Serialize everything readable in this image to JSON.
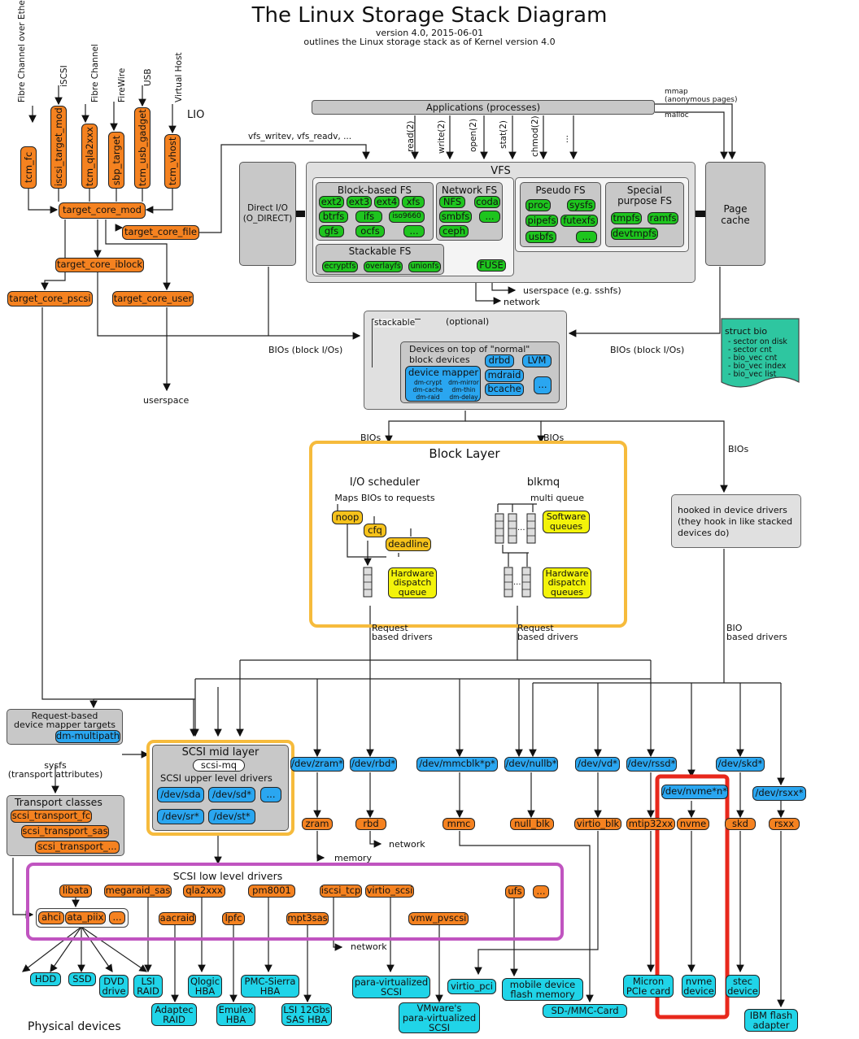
{
  "header": {
    "title": "The Linux Storage Stack Diagram",
    "version": "version 4.0, 2015-06-01",
    "subtitle": "outlines the Linux storage stack as of Kernel version 4.0"
  },
  "lio": {
    "title": "LIO",
    "inputs": [
      "Fibre Channel over Ethernet",
      "iSCSI",
      "Fibre Channel",
      "FireWire",
      "USB",
      "Virtual Host"
    ],
    "fabric": [
      "tcm_fc",
      "iscsi_target_mod",
      "tcm_qla2xxx",
      "sbp_target",
      "tcm_usb_gadget",
      "tcm_vhost"
    ],
    "core_mod": "target_core_mod",
    "core_file": "target_core_file",
    "core_iblock": "target_core_iblock",
    "core_pscsi": "target_core_pscsi",
    "core_user": "target_core_user"
  },
  "apps": {
    "label": "Applications (processes)",
    "mmap": "mmap",
    "mmap_sub": "(anonymous pages)",
    "malloc": "malloc",
    "calls": [
      "read(2)",
      "write(2)",
      "open(2)",
      "stat(2)",
      "chmod(2)",
      "..."
    ],
    "vfs_calls": "vfs_writev, vfs_readv, ..."
  },
  "direct_io": {
    "line1": "Direct I/O",
    "line2": "(O_DIRECT)"
  },
  "vfs": {
    "title": "VFS",
    "block_fs": {
      "title": "Block-based FS",
      "items": [
        "ext2",
        "ext3",
        "ext4",
        "xfs",
        "btrfs",
        "ifs",
        "iso9660",
        "gfs",
        "ocfs",
        "..."
      ]
    },
    "network_fs": {
      "title": "Network FS",
      "items": [
        "NFS",
        "coda",
        "smbfs",
        "...",
        "ceph"
      ]
    },
    "pseudo_fs": {
      "title": "Pseudo FS",
      "items": [
        "proc",
        "sysfs",
        "pipefs",
        "futexfs",
        "usbfs",
        "..."
      ]
    },
    "special_fs": {
      "title_line1": "Special",
      "title_line2": "purpose FS",
      "items": [
        "tmpfs",
        "ramfs",
        "devtmpfs"
      ]
    },
    "stackable_fs": {
      "title": "Stackable FS",
      "items": [
        "ecryptfs",
        "overlayfs",
        "unionfs"
      ]
    },
    "fuse": "FUSE"
  },
  "page_cache": {
    "line1": "Page",
    "line2": "cache"
  },
  "labels": {
    "userspace_sshfs": "userspace (e.g. sshfs)",
    "network": "network",
    "bios_block_io_left": "BIOs (block I/Os)",
    "bios_block_io_right": "BIOs (block I/Os)",
    "userspace": "userspace",
    "bios": "BIOs",
    "request_based_drivers": [
      "Request",
      "based drivers"
    ],
    "bio_based_drivers": [
      "BIO",
      "based drivers"
    ],
    "memory": "memory",
    "sysfs": [
      "sysfs",
      "(transport attributes)"
    ]
  },
  "stacked": {
    "optional": "(optional)",
    "stackable": "stackable",
    "devices_title_line1": "Devices on top of \"normal\"",
    "devices_title_line2": "block devices",
    "device_mapper": "device mapper",
    "dm_targets": [
      "dm-crypt",
      "dm-mirror",
      "dm-cache",
      "dm-thin",
      "dm-raid",
      "dm-delay"
    ],
    "drbd": "drbd",
    "lvm": "LVM",
    "mdraid": "mdraid",
    "bcache": "bcache",
    "more": "..."
  },
  "struct_bio": {
    "title": "struct bio",
    "fields": [
      "- sector on disk",
      "- sector cnt",
      "- bio_vec cnt",
      "- bio_vec index",
      "- bio_vec list"
    ]
  },
  "block_layer": {
    "title": "Block Layer",
    "io_scheduler": "I/O scheduler",
    "maps": "Maps BIOs to requests",
    "schedulers": [
      "noop",
      "cfq",
      "deadline"
    ],
    "hw_dispatch": [
      "Hardware",
      "dispatch",
      "queue"
    ],
    "blkmq": "blkmq",
    "multi_queue": "multi queue",
    "sw_queues": [
      "Software",
      "queues"
    ],
    "hw_queues": [
      "Hardware",
      "dispatch",
      "queues"
    ],
    "dots": "..."
  },
  "hooked": [
    "hooked in device drivers",
    "(they hook in like stacked",
    "devices do)"
  ],
  "request_dm": {
    "line1": "Request-based",
    "line2": "device mapper targets",
    "item": "dm-multipath"
  },
  "scsi_mid": {
    "title": "SCSI mid layer",
    "mq": "scsi-mq",
    "upper": "SCSI upper level drivers",
    "devices": [
      "/dev/sda",
      "/dev/sd*",
      "...",
      "/dev/sr*",
      "/dev/st*"
    ]
  },
  "transport": {
    "title": "Transport classes",
    "items": [
      "scsi_transport_fc",
      "scsi_transport_sas",
      "scsi_transport_..."
    ]
  },
  "dev_nodes": [
    "/dev/zram*",
    "/dev/rbd*",
    "/dev/mmcblk*p*",
    "/dev/nullb*",
    "/dev/vd*",
    "/dev/rssd*",
    "/dev/skd*",
    "/dev/nvme*n*",
    "/dev/rsxx*"
  ],
  "drivers": [
    "zram",
    "rbd",
    "mmc",
    "null_blk",
    "virtio_blk",
    "mtip32xx",
    "nvme",
    "skd",
    "rsxx"
  ],
  "scsi_low": {
    "title": "SCSI low level drivers",
    "row1": [
      "libata",
      "megaraid_sas",
      "qla2xxx",
      "pm8001",
      "iscsi_tcp",
      "virtio_scsi",
      "ufs",
      "..."
    ],
    "ata": [
      "ahci",
      "ata_piix",
      "..."
    ],
    "row2": [
      "aacraid",
      "lpfc",
      "mpt3sas",
      "vmw_pvscsi"
    ]
  },
  "physical": {
    "title": "Physical devices",
    "hdd": "HDD",
    "ssd": "SSD",
    "dvd": [
      "DVD",
      "drive"
    ],
    "lsi": [
      "LSI",
      "RAID"
    ],
    "qlogic": [
      "Qlogic",
      "HBA"
    ],
    "pmc": [
      "PMC-Sierra",
      "HBA"
    ],
    "adaptec": [
      "Adaptec",
      "RAID"
    ],
    "emulex": [
      "Emulex",
      "HBA"
    ],
    "lsi12": [
      "LSI 12Gbs",
      "SAS HBA"
    ],
    "para_scsi": [
      "para-virtualized",
      "SCSI"
    ],
    "virtio_pci": "virtio_pci",
    "vmware": [
      "VMware's",
      "para-virtualized",
      "SCSI"
    ],
    "mobile": [
      "mobile device",
      "flash memory"
    ],
    "sdmmc": "SD-/MMC-Card",
    "micron": [
      "Micron",
      "PCIe card"
    ],
    "nvme_dev": [
      "nvme",
      "device"
    ],
    "stec": [
      "stec",
      "device"
    ],
    "ibm": [
      "IBM flash",
      "adapter"
    ]
  },
  "colors": {
    "lio_driver": "#f58220",
    "filesystem": "#1ec51e",
    "block_device": "#2aa6f0",
    "physical": "#20d4e8",
    "highlight_red": "#e8281c",
    "highlight_yellow": "#f6bb3c",
    "highlight_purple": "#c054c0",
    "struct_bio": "#2ec6a0"
  }
}
